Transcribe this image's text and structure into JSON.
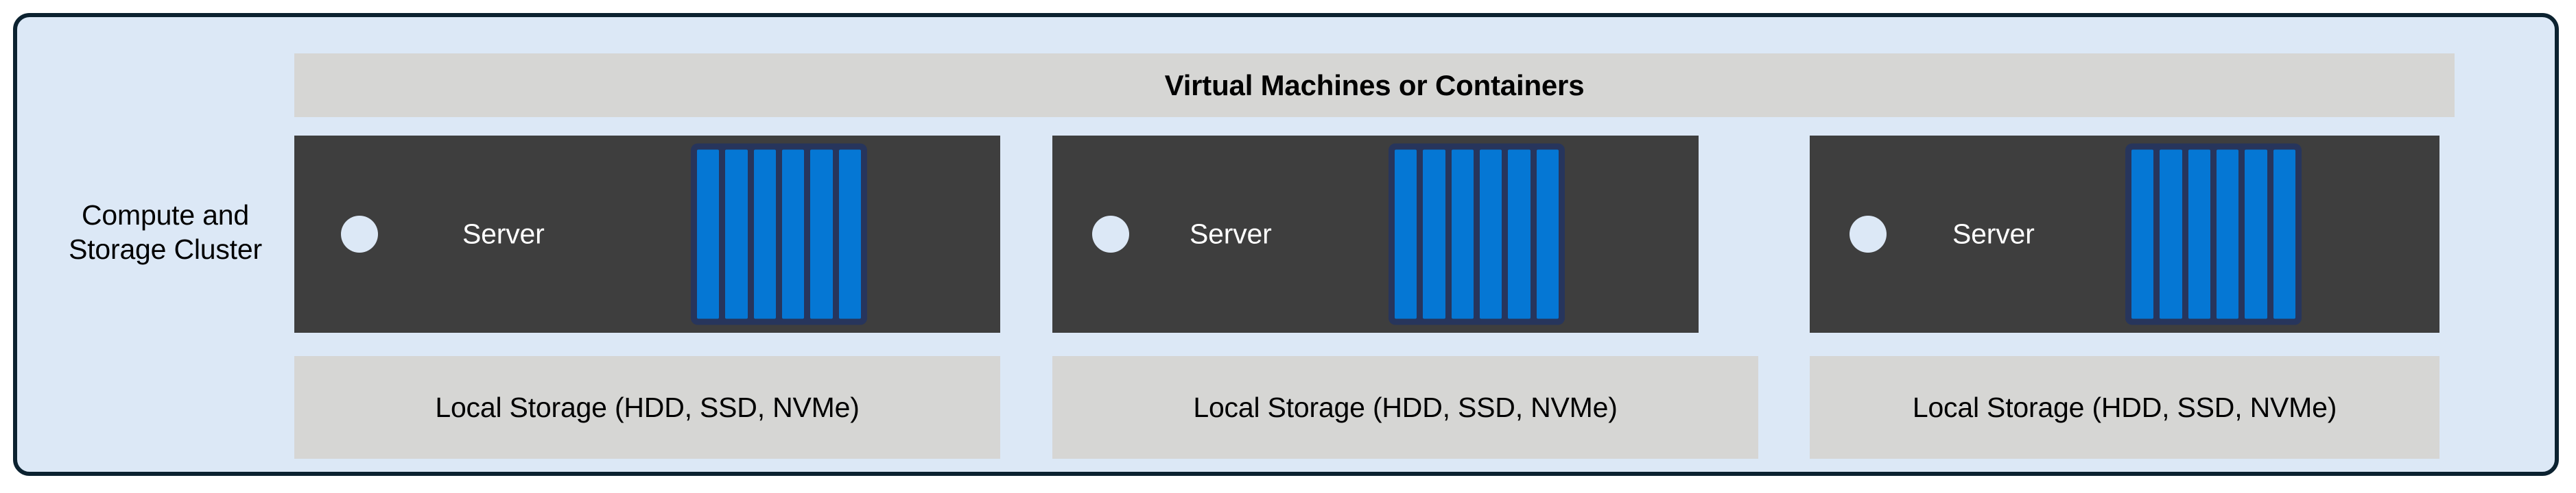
{
  "diagram": {
    "title": "Compute and Storage Cluster",
    "cluster_label_lines": [
      "Compute and",
      "Storage Cluster"
    ],
    "banner": {
      "label": "Virtual Machines or Containers"
    },
    "nodes": [
      {
        "server_label": "Server",
        "storage_label": "Local Storage (HDD, SSD, NVMe)",
        "power_led": "power-led",
        "disk_count": 6
      },
      {
        "server_label": "Server",
        "storage_label": "Local Storage (HDD, SSD, NVMe)",
        "power_led": "power-led",
        "disk_count": 6
      },
      {
        "server_label": "Server",
        "storage_label": "Local Storage (HDD, SSD, NVMe)",
        "power_led": "power-led",
        "disk_count": 6
      }
    ],
    "colors": {
      "cluster_background": "#dce8f6",
      "cluster_border": "#0c2230",
      "banner_fill": "#d6d6d4",
      "server_fill": "#3e3e3e",
      "server_text": "#ffffff",
      "disk_fill": "#0577d4",
      "disk_array_border": "#27355c",
      "led_fill": "#dce8f6",
      "storage_fill": "#d6d6d4",
      "body_text": "#000000"
    }
  }
}
